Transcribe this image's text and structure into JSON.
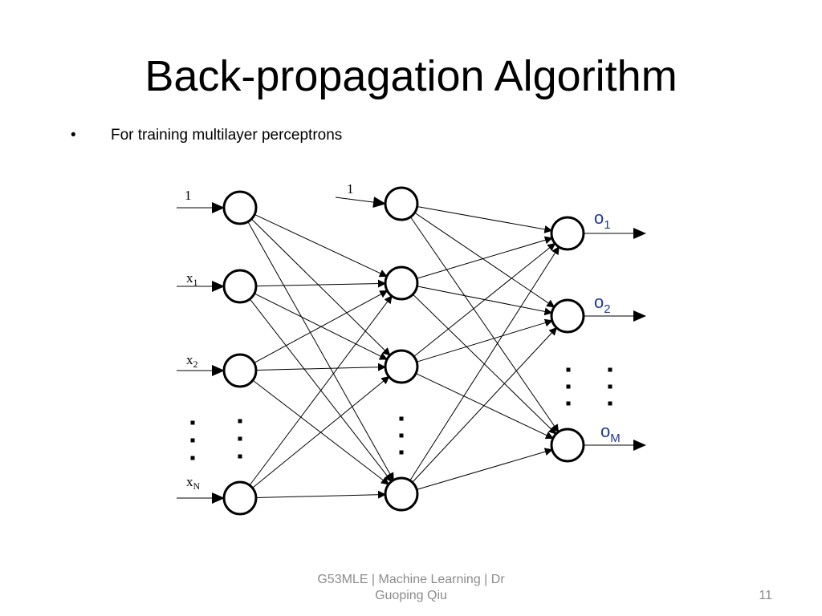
{
  "slide": {
    "title": "Back-propagation Algorithm",
    "bullet_marker": "•",
    "bullet": "For training multilayer perceptrons"
  },
  "diagram": {
    "input_labels": [
      {
        "base": "1",
        "sub": ""
      },
      {
        "base": "x",
        "sub": "1"
      },
      {
        "base": "x",
        "sub": "2"
      },
      {
        "base": "x",
        "sub": "N"
      }
    ],
    "hidden_bias_label": "1",
    "output_labels": [
      {
        "base": "o",
        "sub": "1"
      },
      {
        "base": "o",
        "sub": "2"
      },
      {
        "base": "o",
        "sub": "M"
      }
    ],
    "colors": {
      "output_label": "#1f3a93",
      "stroke": "#000000"
    }
  },
  "footer": {
    "line1": "G53MLE |  Machine Learning | Dr",
    "line2": "Guoping Qiu",
    "page_number": "11"
  }
}
